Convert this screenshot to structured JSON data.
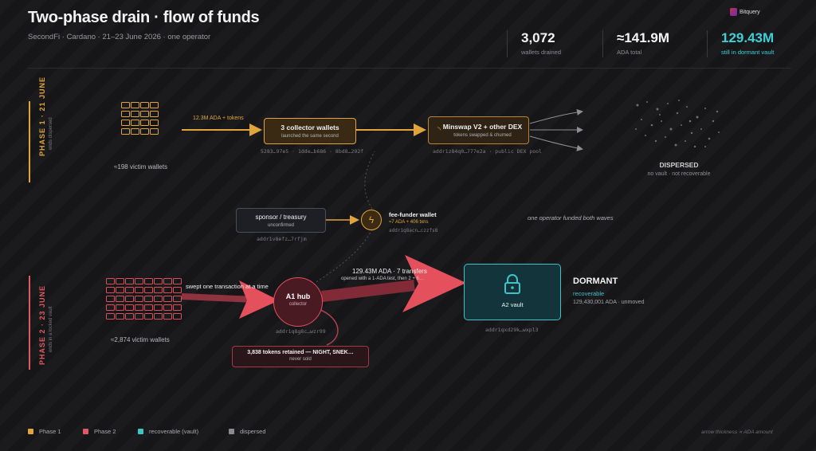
{
  "header": {
    "title": "Two-phase drain · flow of funds",
    "subtitle": "SecondFi · Cardano · 21–23 June 2026 · one operator",
    "logo_text": "Bitquery"
  },
  "stats": [
    {
      "value": "3,072",
      "label": "wallets drained"
    },
    {
      "value": "≈141.9M",
      "label": "ADA total"
    },
    {
      "value": "129.43M",
      "label": "still in dormant vault"
    }
  ],
  "phase1": {
    "label": "PHASE 1 · 21 JUNE",
    "sub": "ends dispersed",
    "victims": "≈198 victim wallets",
    "flow_label": "12.3M ADA + tokens",
    "collector_title": "3 collector wallets",
    "collector_sub": "launched the same second",
    "collector_addrs": "5283…97e5 · 1dde…b686 · 8bd8…292f",
    "dex_title": "Minswap V2 + other DEX",
    "dex_sub": "tokens swapped & churned",
    "dex_addr": "addr1z84q0…777e2a · public DEX pool",
    "dispersed_title": "DISPERSED",
    "dispersed_sub": "no vault · not recoverable"
  },
  "funding": {
    "sponsor_title": "sponsor / treasury",
    "sponsor_sub": "unconfirmed",
    "sponsor_addr": "addr1v8efz…7rfjm",
    "fee_title": "fee-funder wallet",
    "fee_sub": "≈7 ADA + 406 txns",
    "fee_addr": "addr1q8acn…czzfs8",
    "note": "one operator funded both waves"
  },
  "phase2": {
    "label": "PHASE 2 · 23 JUNE",
    "sub": "ends in a locked vault",
    "victims": "≈2,874 victim wallets",
    "flow_label": "swept one transaction at a time",
    "hub_title": "A1 hub",
    "hub_sub": "collector",
    "hub_addr": "addr1q8g8c…wzr99",
    "vault_flow_label": "129.43M ADA · 7 transfers",
    "vault_flow_sub": "opened with a 1-ADA test, then 2 + 6…",
    "tokens_title": "3,838 tokens retained — NIGHT, SNEK…",
    "tokens_sub": "never sold",
    "vault_title": "A2 vault",
    "vault_addr": "addr1qxd29k…wxpl3",
    "dormant_title": "DORMANT",
    "dormant_status": "recoverable",
    "dormant_amount": "129,430,001 ADA · unmoved"
  },
  "legend": [
    {
      "label": "Phase 1",
      "color": "#e0a43c"
    },
    {
      "label": "Phase 2",
      "color": "#e05a63"
    },
    {
      "label": "recoverable (vault)",
      "color": "#3fc3c9"
    },
    {
      "label": "dispersed",
      "color": "#8a8a8f"
    }
  ],
  "footnote": "arrow thickness ∝ ADA amount",
  "colors": {
    "phase1": "#e0a43c",
    "phase2": "#e05a63",
    "vault": "#3fc3c9",
    "bg": "#141416"
  }
}
